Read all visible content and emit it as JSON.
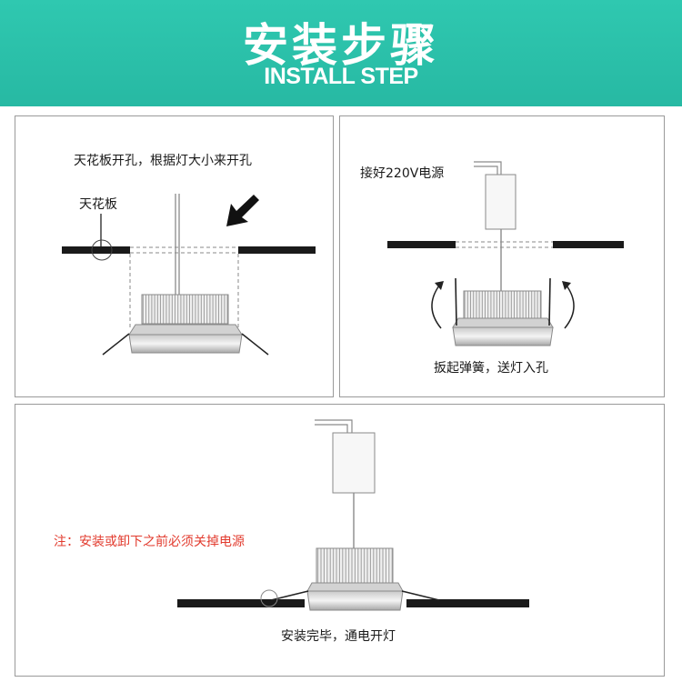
{
  "header": {
    "title": "安装步骤",
    "subtitle": "INSTALL STEP",
    "background_color": "#2bc1aa"
  },
  "steps": [
    {
      "caption": "天花板开孔，根据灯大小来开孔",
      "ceiling_label": "天花板"
    },
    {
      "power_label": "接好220V电源",
      "caption": "扳起弹簧，送灯入孔"
    },
    {
      "note": "注：安装或卸下之前必须关掉电源",
      "caption": "安装完毕，通电开灯",
      "note_color": "#e23b2e"
    }
  ]
}
